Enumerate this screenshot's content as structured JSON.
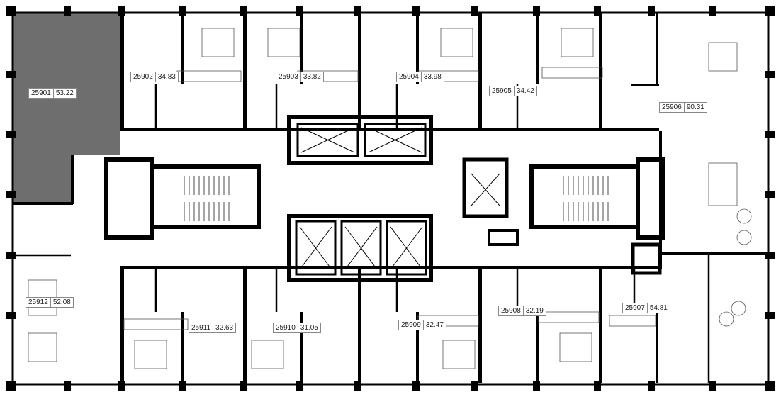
{
  "colors": {
    "wall": "#000000",
    "thin": "#555555",
    "selected_fill": "#6e6e6e",
    "background": "#ffffff"
  },
  "apartments": [
    {
      "id": "25901",
      "area": "53.22",
      "selected": true
    },
    {
      "id": "25902",
      "area": "34.83",
      "selected": false
    },
    {
      "id": "25903",
      "area": "33.82",
      "selected": false
    },
    {
      "id": "25904",
      "area": "33.98",
      "selected": false
    },
    {
      "id": "25905",
      "area": "34.42",
      "selected": false
    },
    {
      "id": "25906",
      "area": "90.31",
      "selected": false
    },
    {
      "id": "25907",
      "area": "54.81",
      "selected": false
    },
    {
      "id": "25908",
      "area": "32.19",
      "selected": false
    },
    {
      "id": "25909",
      "area": "32.47",
      "selected": false
    },
    {
      "id": "25910",
      "area": "31.05",
      "selected": false
    },
    {
      "id": "25911",
      "area": "32.63",
      "selected": false
    },
    {
      "id": "25912",
      "area": "52.08",
      "selected": false
    }
  ]
}
